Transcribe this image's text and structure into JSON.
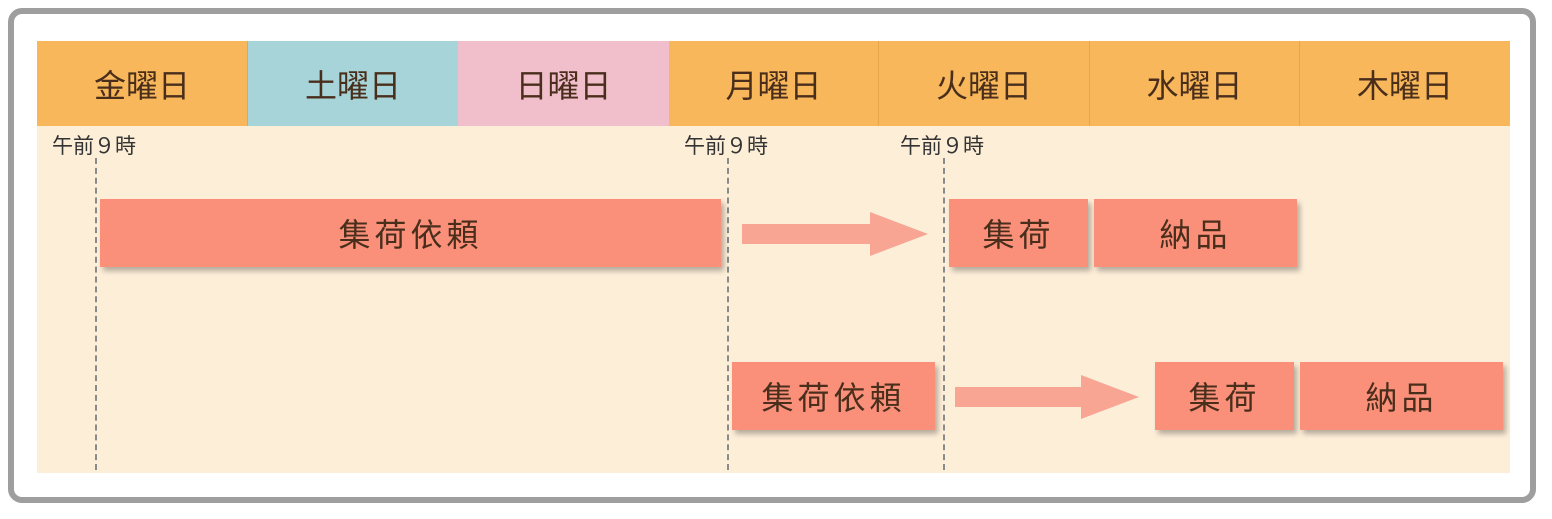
{
  "days": [
    {
      "label": "金曜日",
      "color": "#f7b75a"
    },
    {
      "label": "土曜日",
      "color": "#a6d4d8"
    },
    {
      "label": "日曜日",
      "color": "#f0bfcb"
    },
    {
      "label": "月曜日",
      "color": "#f7b75a"
    },
    {
      "label": "火曜日",
      "color": "#f7b75a"
    },
    {
      "label": "水曜日",
      "color": "#f7b75a"
    },
    {
      "label": "木曜日",
      "color": "#f7b75a"
    }
  ],
  "time_markers": [
    {
      "label": "午前９時"
    },
    {
      "label": "午前９時"
    },
    {
      "label": "午前９時"
    }
  ],
  "rows": [
    {
      "request_label": "集荷依頼",
      "pickup_label": "集荷",
      "delivery_label": "納品"
    },
    {
      "request_label": "集荷依頼",
      "pickup_label": "集荷",
      "delivery_label": "納品"
    }
  ],
  "colors": {
    "canvas_bg": "#fdeed8",
    "bar": "#fb907a",
    "arrow": "#f8a594",
    "frame": "#9e9e9e",
    "dashed_line": "#8a8a8a"
  }
}
